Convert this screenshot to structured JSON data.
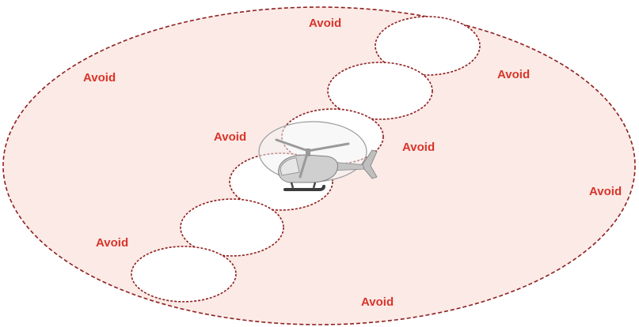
{
  "diagram": {
    "labels": {
      "top": "Avoid",
      "upper_left": "Avoid",
      "upper_right": "Avoid",
      "center_left": "Avoid",
      "center_right": "Avoid",
      "right": "Avoid",
      "lower_left": "Avoid",
      "bottom": "Avoid"
    },
    "colors": {
      "region_fill": "#fbeae6",
      "region_stroke": "#8e1f1f",
      "label": "#d8342a",
      "rotor_disc": "#f2f2f2"
    },
    "icons": {
      "center": "helicopter-icon"
    }
  }
}
